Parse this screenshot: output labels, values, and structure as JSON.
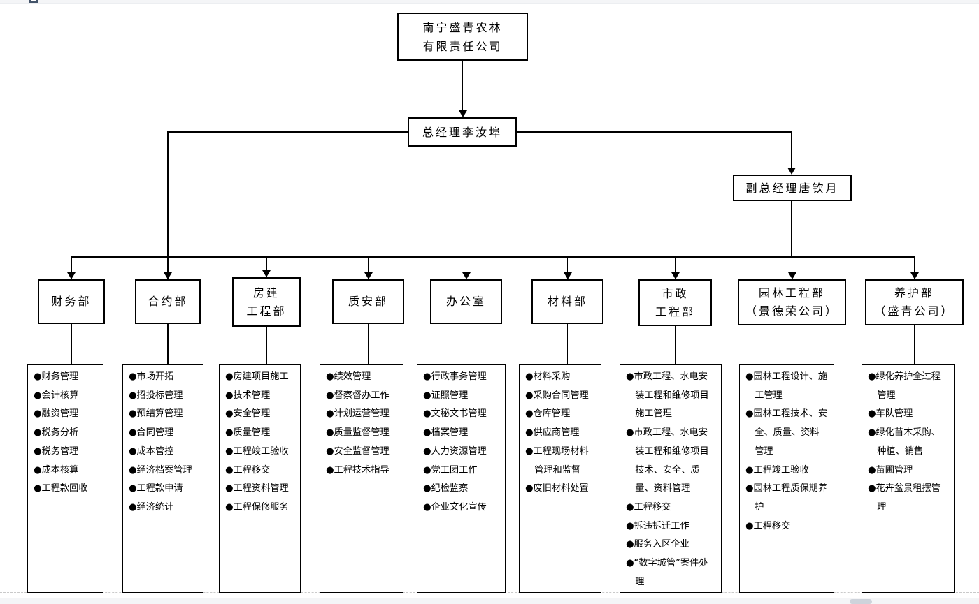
{
  "page": {
    "background": "#ffffff",
    "chrome_strip_color": "#f4f5f7",
    "scrollbar_thumb_color": "#ced3db",
    "line_color": "#000000",
    "gridline_dash_color": "#c9c9c9",
    "page_icon_color": "#44546a"
  },
  "chart": {
    "company": {
      "line1": "南宁盛青农林",
      "line2": "有限责任公司"
    },
    "general_manager": "总经理李汝埠",
    "deputy_general_manager": "副总经理唐钦月",
    "departments": [
      {
        "name_lines": [
          "财务部"
        ],
        "duties": [
          "财务管理",
          "会计核算",
          "融资管理",
          "税务分析",
          "税务管理",
          "成本核算",
          "工程款回收"
        ]
      },
      {
        "name_lines": [
          "合约部"
        ],
        "duties": [
          "市场开拓",
          "招投标管理",
          "预结算管理",
          "合同管理",
          "成本管控",
          "经济档案管理",
          "工程款申请",
          "经济统计"
        ]
      },
      {
        "name_lines": [
          "房建",
          "工程部"
        ],
        "duties": [
          "房建项目施工",
          "技术管理",
          "安全管理",
          "质量管理",
          "工程竣工验收",
          "工程移交",
          "工程资料管理",
          "工程保修服务"
        ]
      },
      {
        "name_lines": [
          "质安部"
        ],
        "duties": [
          "绩效管理",
          "督察督办工作",
          "计划运营管理",
          "质量监督管理",
          "安全监督管理",
          "工程技术指导"
        ]
      },
      {
        "name_lines": [
          "办公室"
        ],
        "duties": [
          "行政事务管理",
          "证照管理",
          "文秘文书管理",
          "档案管理",
          "人力资源管理",
          "党工团工作",
          "纪检监察",
          "企业文化宣传"
        ]
      },
      {
        "name_lines": [
          "材料部"
        ],
        "duties": [
          "材料采购",
          "采购合同管理",
          "仓库管理",
          "供应商管理",
          "工程现场材料管理和监督",
          "废旧材料处置"
        ]
      },
      {
        "name_lines": [
          "市政",
          "工程部"
        ],
        "duties": [
          "市政工程、水电安装工程和维修项目施工管理",
          "市政工程、水电安装工程和维修项目技术、安全、质量、资料管理",
          "工程移交",
          "拆违拆迁工作",
          "服务入区企业",
          "“数字城管”案件处理"
        ]
      },
      {
        "name_lines": [
          "园林工程部",
          "（景德荣公司）"
        ],
        "duties": [
          "园林工程设计、施工管理",
          "园林工程技术、安全、质量、资料管理",
          "工程竣工验收",
          "园林工程质保期养护",
          "工程移交"
        ]
      },
      {
        "name_lines": [
          "养护部",
          "（盛青公司）"
        ],
        "duties": [
          "绿化养护全过程管理",
          "车队管理",
          "绿化苗木采购、种植、销售",
          "苗圃管理",
          "花卉盆景租摆管理"
        ]
      }
    ]
  }
}
